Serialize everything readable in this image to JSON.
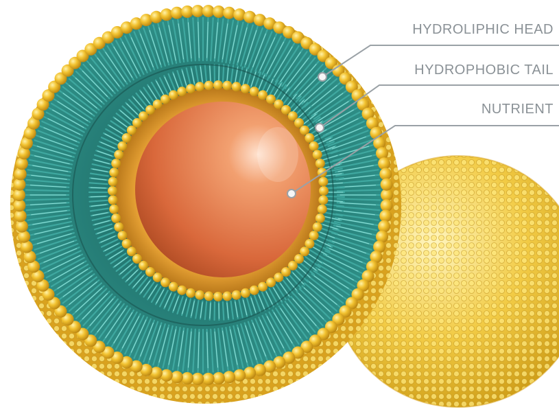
{
  "labels": {
    "hydroliphic_head": "HYDROLIPHIC HEAD",
    "hydrophobic_tail": "HYDROPHOBIC TAIL",
    "nutrient": "NUTRIENT"
  },
  "colors": {
    "head_yellow": "#f2c230",
    "head_shadow": "#c98f10",
    "tail_teal": "#3fa8a0",
    "tail_highlight": "#8fe0d8",
    "nutrient_orange": "#e07a4a",
    "leader_line": "#9aa1a6",
    "label_gray": "#8a9196"
  }
}
